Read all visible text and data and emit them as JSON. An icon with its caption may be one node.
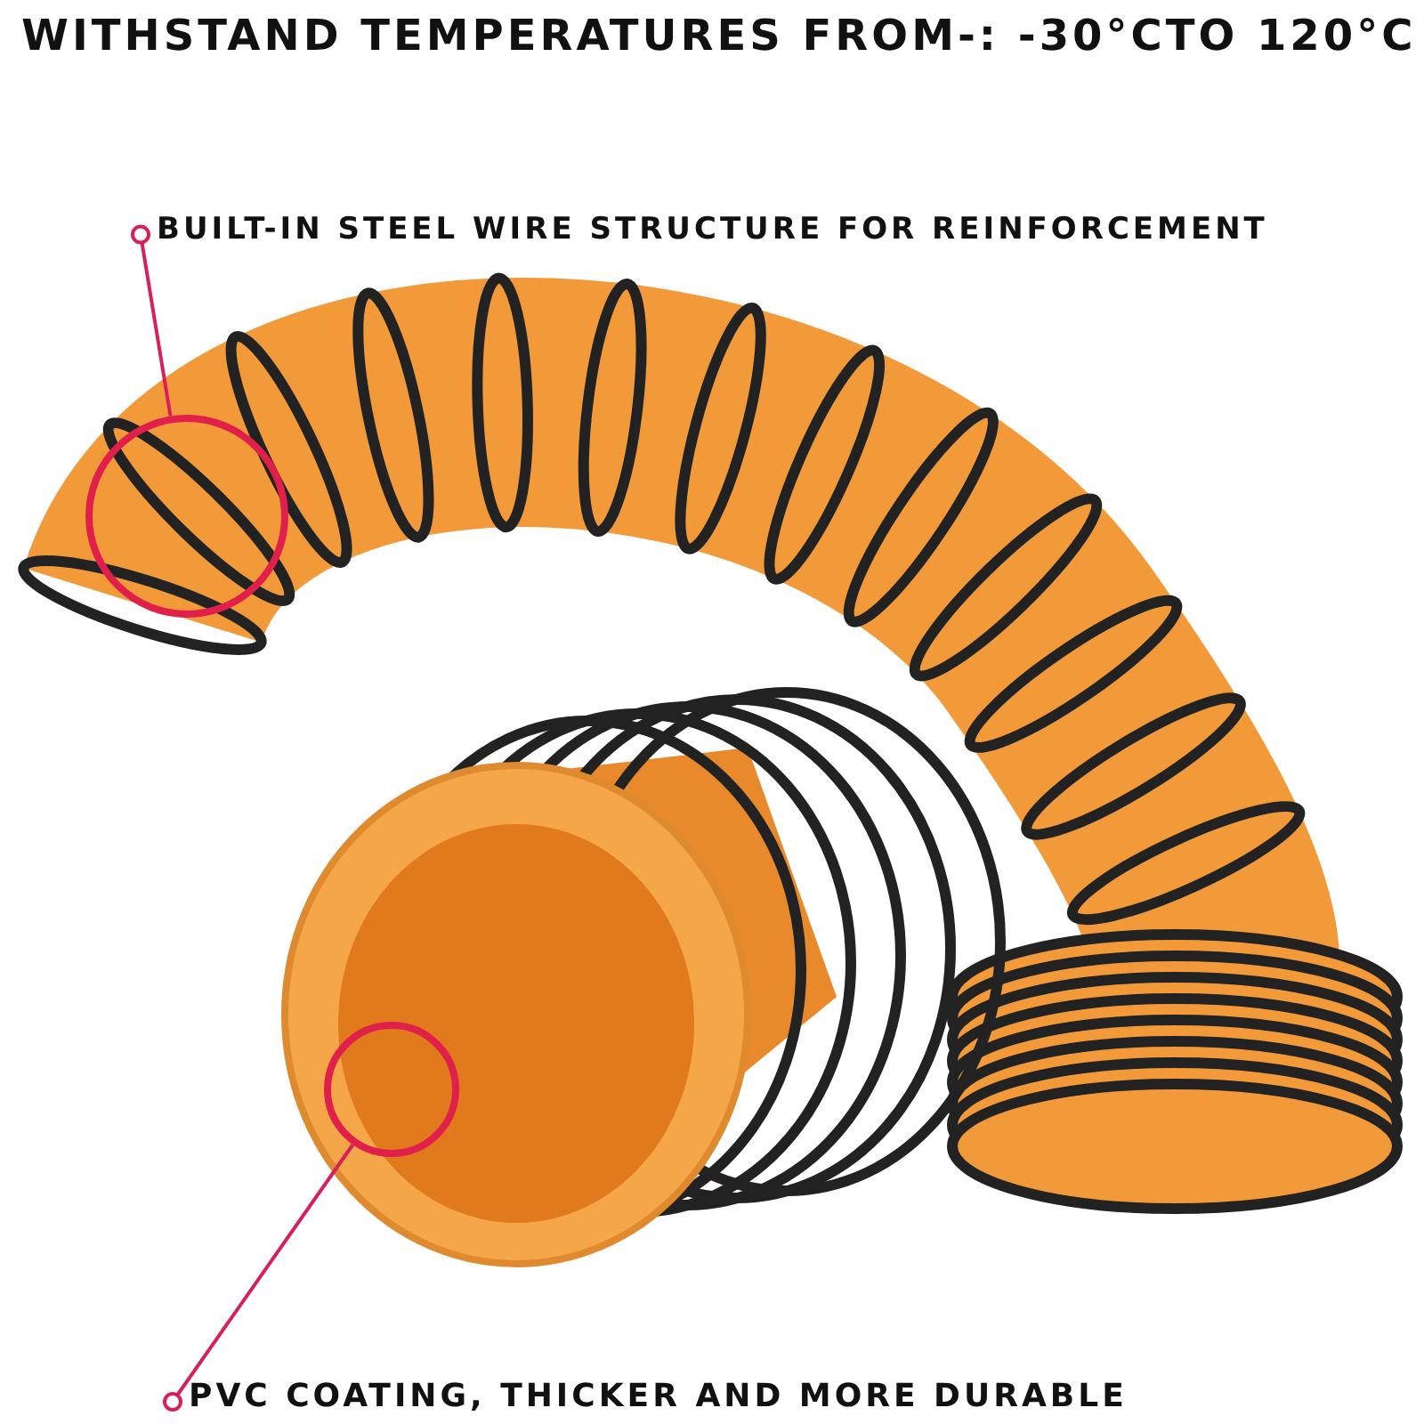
{
  "diagram": {
    "title": "WITHSTAND TEMPERATURES FROM-:  -30°CTO 120°C",
    "nodes": [
      {
        "text": [
          "BUILT-IN STEEL WIRE STRUCTURE FOR REINFORCEMENT"
        ]
      },
      {
        "text": [],
        "shape": "circle"
      },
      {
        "text": [
          "PVC COATING, THICKER AND MORE DURABLE"
        ]
      },
      {
        "text": [],
        "shape": "circle"
      }
    ],
    "edges": [
      {
        "from": 0,
        "to": 1,
        "arrow": "other"
      },
      {
        "from": 2,
        "to": 3,
        "arrow": "other"
      }
    ]
  }
}
